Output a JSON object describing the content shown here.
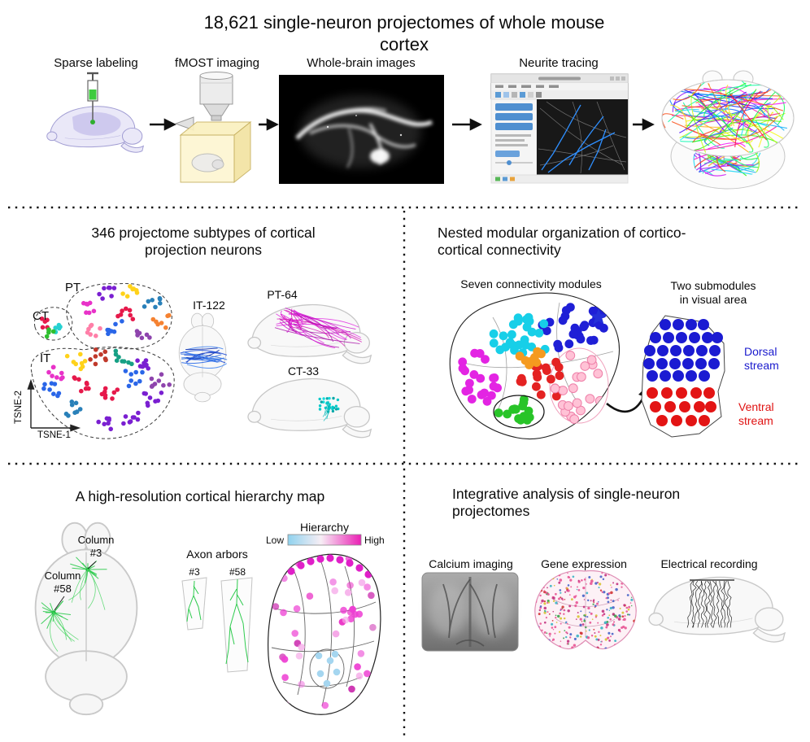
{
  "figure": {
    "title": "18,621 single-neuron projectomes of whole mouse cortex"
  },
  "workflow": {
    "steps": [
      {
        "label": "Sparse labeling"
      },
      {
        "label": "fMOST imaging"
      },
      {
        "label": "Whole-brain images"
      },
      {
        "label": "Neurite tracing"
      }
    ]
  },
  "panel_subtypes": {
    "title": "346 projectome subtypes of cortical\nprojection neurons",
    "cluster_pt": "PT",
    "cluster_ct": "CT",
    "cluster_it": "IT",
    "axis_x": "TSNE-1",
    "axis_y": "TSNE-2",
    "example_it": "IT-122",
    "example_pt": "PT-64",
    "example_ct": "CT-33"
  },
  "panel_modules": {
    "title": "Nested modular organization of cortico-\ncortical connectivity",
    "left_caption": "Seven connectivity modules",
    "right_caption": "Two submodules\nin visual area",
    "dorsal_label": "Dorsal\nstream",
    "ventral_label": "Ventral\nstream",
    "dorsal_color": "#1a1acd",
    "ventral_color": "#e01212"
  },
  "panel_hierarchy": {
    "title": "A high-resolution cortical hierarchy map",
    "column3_label": "Column\n#3",
    "column58_label": "Column\n#58",
    "axon_arbors_label": "Axon arbors",
    "arbor3_label": "#3",
    "arbor58_label": "#58",
    "colorbar_title": "Hierarchy",
    "colorbar_low": "Low",
    "colorbar_high": "High",
    "colorbar_low_color": "#8fd2ee",
    "colorbar_high_color": "#ea1fb4"
  },
  "panel_integrative": {
    "title": "Integrative analysis of single-neuron\nprojectomes",
    "items": [
      {
        "label": "Calcium imaging"
      },
      {
        "label": "Gene expression"
      },
      {
        "label": "Electrical recording"
      }
    ]
  }
}
